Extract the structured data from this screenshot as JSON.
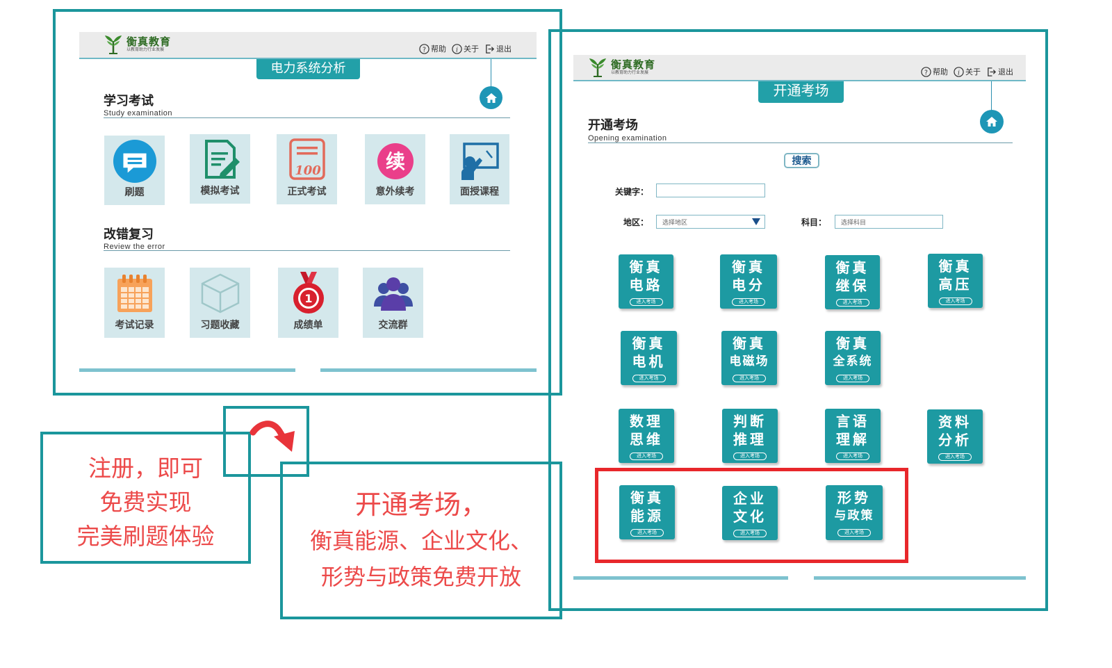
{
  "left_screen": {
    "logo_text": "衡真教育",
    "logo_sub": "以教育助力行业发展",
    "help": "帮助",
    "about": "关于",
    "exit": "退出",
    "title": "电力系统分析",
    "section1": {
      "title": "学习考试",
      "subtitle": "Study examination"
    },
    "section1_items": [
      "刷题",
      "模拟考试",
      "正式考试",
      "意外续考",
      "面授课程"
    ],
    "section2": {
      "title": "改错复习",
      "subtitle": "Review the error"
    },
    "section2_items": [
      "考试记录",
      "习题收藏",
      "成绩单",
      "交流群"
    ]
  },
  "right_screen": {
    "logo_text": "衡真教育",
    "logo_sub": "以教育助力行业发展",
    "help": "帮助",
    "about": "关于",
    "exit": "退出",
    "title": "开通考场",
    "section": {
      "title": "开通考场",
      "subtitle": "Opening examination"
    },
    "search_button": "搜索",
    "keyword_label": "关键字：",
    "keyword_value": "",
    "region_label": "地区：",
    "region_placeholder": "选择地区",
    "subject_label": "科目：",
    "subject_placeholder": "选择科目",
    "enter_label": "进入考场",
    "rooms": [
      {
        "line1": "衡真",
        "line2": "电路"
      },
      {
        "line1": "衡真",
        "line2": "电分"
      },
      {
        "line1": "衡真",
        "line2": "继保"
      },
      {
        "line1": "衡真",
        "line2": "高压"
      },
      {
        "line1": "衡真",
        "line2": "电机"
      },
      {
        "line1": "衡真",
        "line2": "电磁场"
      },
      {
        "line1": "衡真",
        "line2": "全系统"
      },
      {
        "line1": "数理",
        "line2": "思维"
      },
      {
        "line1": "判断",
        "line2": "推理"
      },
      {
        "line1": "言语",
        "line2": "理解"
      },
      {
        "line1": "资料",
        "line2": "分析"
      },
      {
        "line1": "衡真",
        "line2": "能源"
      },
      {
        "line1": "企业",
        "line2": "文化"
      },
      {
        "line1": "形势",
        "line2": "与政策"
      }
    ]
  },
  "callout_left": [
    "注册，即可",
    "免费实现",
    "完美刷题体验"
  ],
  "callout_right": [
    "开通考场，",
    "衡真能源、企业文化、",
    "形势与政策免费开放"
  ],
  "colors": {
    "frame": "#1b969c",
    "tile": "#d4e8ec",
    "room": "#1d9aa2",
    "highlight": "#e8272b",
    "callout": "#ec4a4a"
  }
}
